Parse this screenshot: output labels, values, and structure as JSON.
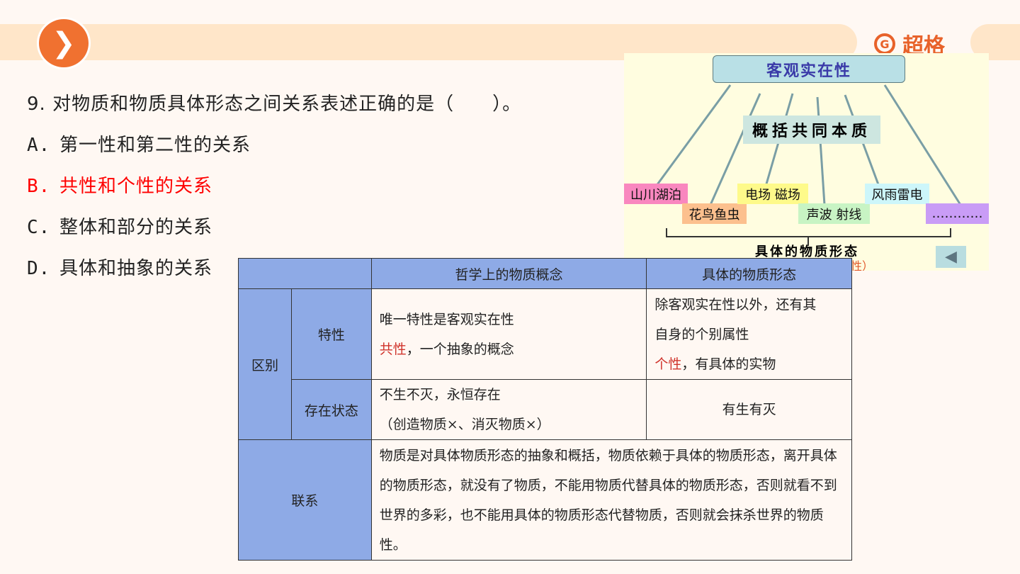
{
  "header": {
    "next_icon": "chevron-right-icon",
    "brand": "超格",
    "brand_icon": "g-logo-icon",
    "accent": "#f07130"
  },
  "question": {
    "stem": "9. 对物质和物质具体形态之间关系表述正确的是（　　）。",
    "options": [
      {
        "key": "A.",
        "text": "第一性和第二性的关系",
        "correct": false
      },
      {
        "key": "B.",
        "text": "共性和个性的关系",
        "correct": true
      },
      {
        "key": "C.",
        "text": "整体和部分的关系",
        "correct": false
      },
      {
        "key": "D.",
        "text": "具体和抽象的关系",
        "correct": false
      }
    ],
    "correct_color": "#ff0000"
  },
  "diagram": {
    "top": "客观实在性",
    "middle": "概括共同本质",
    "items": [
      "山川湖泊",
      "花鸟鱼虫",
      "电场  磁场",
      "声波  射线",
      "风雨雷电",
      "…………"
    ],
    "bottom": "具体的物质形态",
    "bottom_partial": "性）",
    "back_icon": "triangle-left-icon"
  },
  "table": {
    "headers": [
      "",
      "哲学上的物质概念",
      "具体的物质形态"
    ],
    "group": "区别",
    "rows": [
      {
        "label": "特性",
        "col1_lines": [
          "唯一特性是客观实在性"
        ],
        "col1_red": "共性",
        "col1_rest": "，一个抽象的概念",
        "col2_lines": [
          "除客观实在性以外，还有其",
          "自身的个别属性"
        ],
        "col2_red": "个性",
        "col2_rest": "，有具体的实物"
      },
      {
        "label": "存在状态",
        "col1_lines": [
          "不生不灭，永恒存在",
          "（创造物质×、消灭物质×）"
        ],
        "col2": "有生有灭"
      }
    ],
    "link_label": "联系",
    "link_text": "物质是对具体物质形态的抽象和概括，物质依赖于具体的物质形态，离开具体的物质形态，就没有了物质，不能用物质代替具体的物质形态，否则就看不到世界的多彩，也不能用具体的物质形态代替物质，否则就会抹杀世界的物质性。"
  }
}
